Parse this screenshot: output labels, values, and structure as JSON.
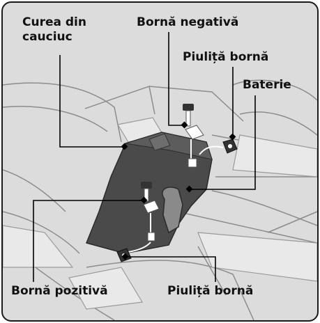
{
  "labels": {
    "rubber_strap_line1": "Curea din",
    "rubber_strap_line2": "cauciuc",
    "negative_terminal": "Bornă negativă",
    "terminal_nut_top": "Piuliță bornă",
    "battery": "Baterie",
    "positive_terminal": "Bornă pozitivă",
    "terminal_nut_bottom": "Piuliță bornă"
  },
  "colors": {
    "panel_background": "#dcdcdc",
    "frame_border": "#1a1a1a",
    "battery_body": "#4a4a4a",
    "leader_line": "#000000",
    "engine_lines": "#8c8c8c"
  }
}
